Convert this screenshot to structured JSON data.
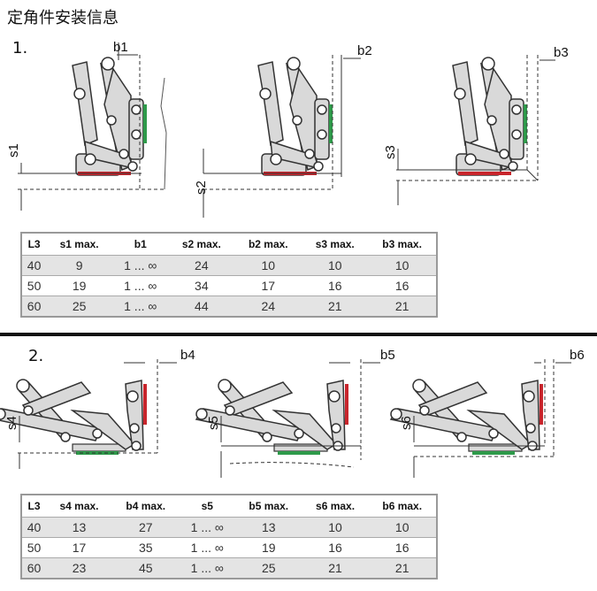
{
  "title": "定角件安装信息",
  "section1": {
    "number": "1.",
    "figure_labels": [
      "b1",
      "s1",
      "b2",
      "s2",
      "b3",
      "s3"
    ],
    "table": {
      "headers": [
        "L3",
        "s1 max.",
        "b1",
        "s2 max.",
        "b2 max.",
        "s3 max.",
        "b3 max."
      ],
      "rows": [
        [
          "40",
          "9",
          "1 ... ∞",
          "24",
          "10",
          "10",
          "10"
        ],
        [
          "50",
          "19",
          "1 ... ∞",
          "34",
          "17",
          "16",
          "16"
        ],
        [
          "60",
          "25",
          "1 ... ∞",
          "44",
          "24",
          "21",
          "21"
        ]
      ]
    }
  },
  "section2": {
    "number": "2.",
    "figure_labels": [
      "b4",
      "s4",
      "b5",
      "s5",
      "b6",
      "s6"
    ],
    "table": {
      "headers": [
        "L3",
        "s4 max.",
        "b4 max.",
        "s5",
        "b5 max.",
        "s6 max.",
        "b6 max."
      ],
      "rows": [
        [
          "40",
          "13",
          "27",
          "1 ... ∞",
          "13",
          "10",
          "10"
        ],
        [
          "50",
          "17",
          "35",
          "1 ... ∞",
          "19",
          "16",
          "16"
        ],
        [
          "60",
          "23",
          "45",
          "1 ... ∞",
          "25",
          "21",
          "21"
        ]
      ]
    }
  },
  "colors": {
    "green_pad": "#2e9a4a",
    "red_pad": "#c8252c",
    "clamp_body": "#d9d9d9"
  }
}
